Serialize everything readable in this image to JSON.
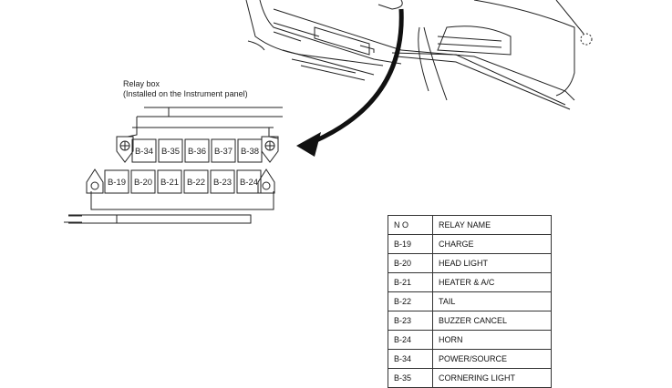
{
  "caption": {
    "line1": "Relay box",
    "line2": "(Installed on the Instrument panel)"
  },
  "relay_box": {
    "top_row": [
      "B-34",
      "B-35",
      "B-36",
      "B-37",
      "B-38"
    ],
    "bottom_row": [
      "B-19",
      "B-20",
      "B-21",
      "B-22",
      "B-23",
      "B-24"
    ]
  },
  "table": {
    "headers": [
      "N O",
      "RELAY NAME"
    ],
    "rows": [
      [
        "B-19",
        "CHARGE"
      ],
      [
        "B-20",
        "HEAD LIGHT"
      ],
      [
        "B-21",
        "HEATER & A/C"
      ],
      [
        "B-22",
        "TAIL"
      ],
      [
        "B-23",
        "BUZZER CANCEL"
      ],
      [
        "B-24",
        "HORN"
      ],
      [
        "B-34",
        "POWER/SOURCE"
      ],
      [
        "B-35",
        "CORNERING LIGHT"
      ]
    ]
  }
}
